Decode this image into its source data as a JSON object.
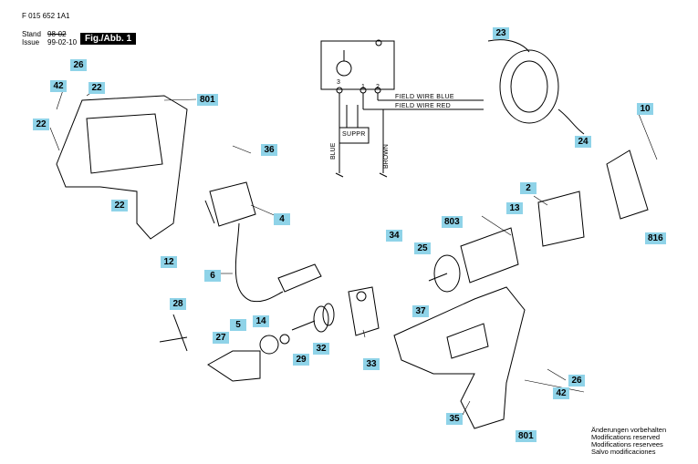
{
  "header": {
    "doc_code": "F 015 652 1A1",
    "stand_label": "Stand",
    "stand_date": "98-02",
    "issue_label": "Issue",
    "issue_date": "99-02-10",
    "figure_tag": "Fig./Abb. 1"
  },
  "schematic": {
    "terminals": [
      "3",
      "1",
      "2"
    ],
    "wire_blue": "FIELD WIRE BLUE",
    "wire_red": "FIELD WIRE RED",
    "suppr": "SUPPR",
    "lead_blue": "BLUE",
    "lead_brown": "BROWN"
  },
  "parts": {
    "p2": "2",
    "p4": "4",
    "p5": "5",
    "p6": "6",
    "p10": "10",
    "p12": "12",
    "p13": "13",
    "p14": "14",
    "p22a": "22",
    "p22b": "22",
    "p22c": "22",
    "p23": "23",
    "p24": "24",
    "p25": "25",
    "p26a": "26",
    "p26b": "26",
    "p27": "27",
    "p28": "28",
    "p29": "29",
    "p32": "32",
    "p33": "33",
    "p34": "34",
    "p35": "35",
    "p36": "36",
    "p37": "37",
    "p42a": "42",
    "p42b": "42",
    "p801a": "801",
    "p801b": "801",
    "p803": "803",
    "p816": "816"
  },
  "footer": {
    "line1": "Änderungen vorbehalten",
    "line2": "Modifications reserved",
    "line3": "Modifications reservees",
    "line4": "Salvo modificaciones"
  },
  "colors": {
    "callout": "#8fd3e8",
    "ink": "#000000"
  }
}
